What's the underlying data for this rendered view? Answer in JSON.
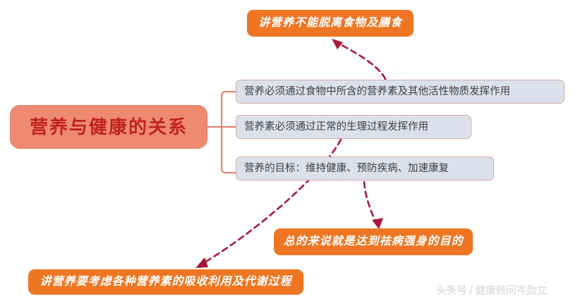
{
  "diagram": {
    "type": "mind-map",
    "title": "营养与健康的关系",
    "root": {
      "label": "营养与健康的关系",
      "fill_color": "#ef8a72",
      "text_color": "#c0231f"
    },
    "branches": [
      {
        "id": "branch-1",
        "label": "营养必须通过食物中所含的营养素及其他活性物质发挥作用",
        "fill_color": "#dbe0ec",
        "border_color": "#d9a9a2",
        "text_color": "#404040"
      },
      {
        "id": "branch-2",
        "label": "营养素必须通过正常的生理过程发挥作用",
        "fill_color": "#dbe0ec",
        "border_color": "#d9a9a2",
        "text_color": "#404040"
      },
      {
        "id": "branch-3",
        "label": "营养的目标：维持健康、预防疾病、加速康复",
        "fill_color": "#dbe0ec",
        "border_color": "#d9a9a2",
        "text_color": "#404040"
      }
    ],
    "callouts": [
      {
        "id": "callout-top",
        "label": "讲营养不能脱离食物及膳食",
        "fill_color": "#ee7623",
        "text_color": "#ffffff",
        "from_branch": "branch-1"
      },
      {
        "id": "callout-middle",
        "label": "总的来说就是达到祛病强身的目的",
        "fill_color": "#ee7623",
        "text_color": "#ffffff",
        "from_branch": "branch-3"
      },
      {
        "id": "callout-bottom",
        "label": "讲营养要考虑各种营养素的吸收利用及代谢过程",
        "fill_color": "#ee7623",
        "text_color": "#ffffff",
        "from_branch": "branch-2"
      }
    ],
    "connector_color": "#e07e66",
    "arrow_color": "#a8163c"
  },
  "watermark": {
    "text": "头条号 / 健康顾问岑勋立",
    "color": "#d2d2d2"
  }
}
